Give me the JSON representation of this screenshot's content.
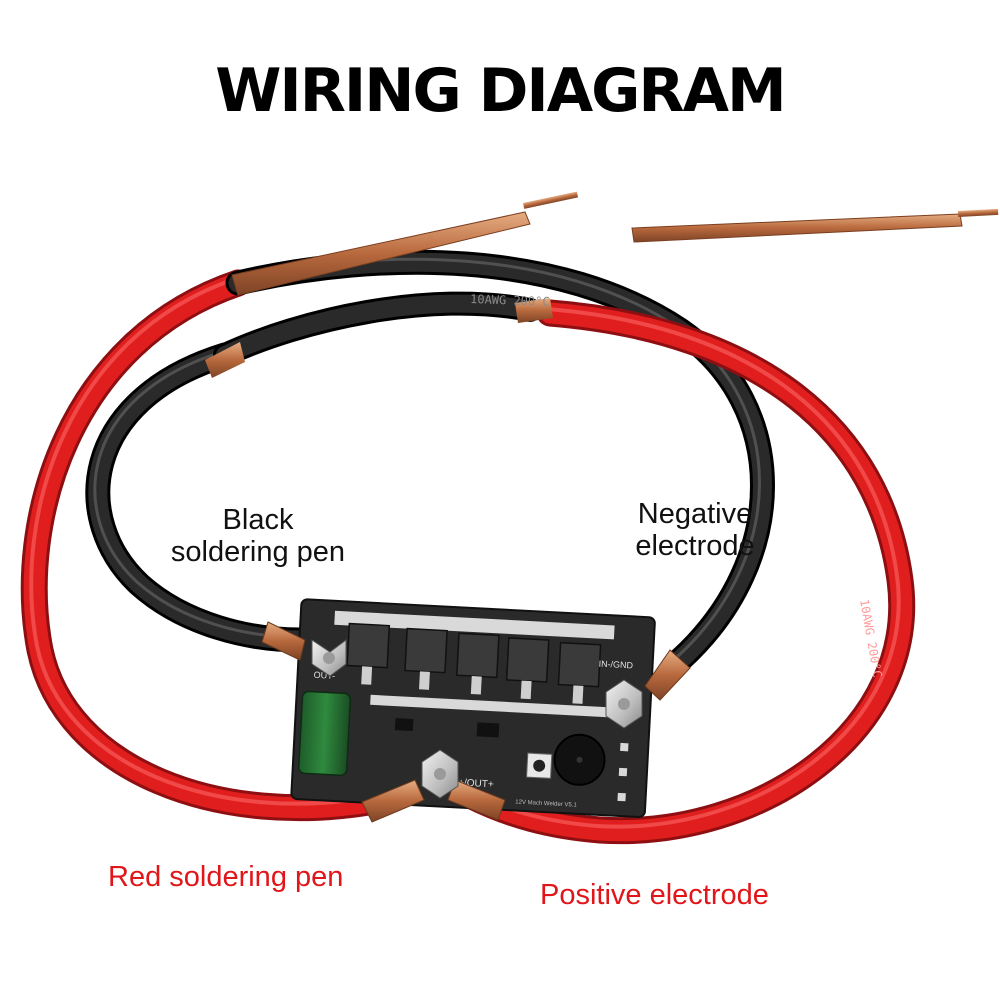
{
  "title": "WIRING DIAGRAM",
  "labels": {
    "black_pen": [
      "Black",
      "soldering pen"
    ],
    "negative": [
      "Negative",
      "electrode"
    ],
    "red_pen": "Red soldering pen",
    "positive": "Positive electrode"
  },
  "board": {
    "out_minus": "OUT-",
    "in_minus_gnd": "IN-/GND",
    "in_plus_out_plus": "IN+/OUT+",
    "model": "12V Mach Welder V5.1"
  },
  "cable_print": "10AWG 200°C",
  "colors": {
    "label_black": "#111111",
    "label_red": "#e0161a",
    "wire_red": "#e01e1e",
    "wire_black": "#1b1b1b",
    "copper": "#c07a4a",
    "pcb": "#2a2a2a"
  }
}
